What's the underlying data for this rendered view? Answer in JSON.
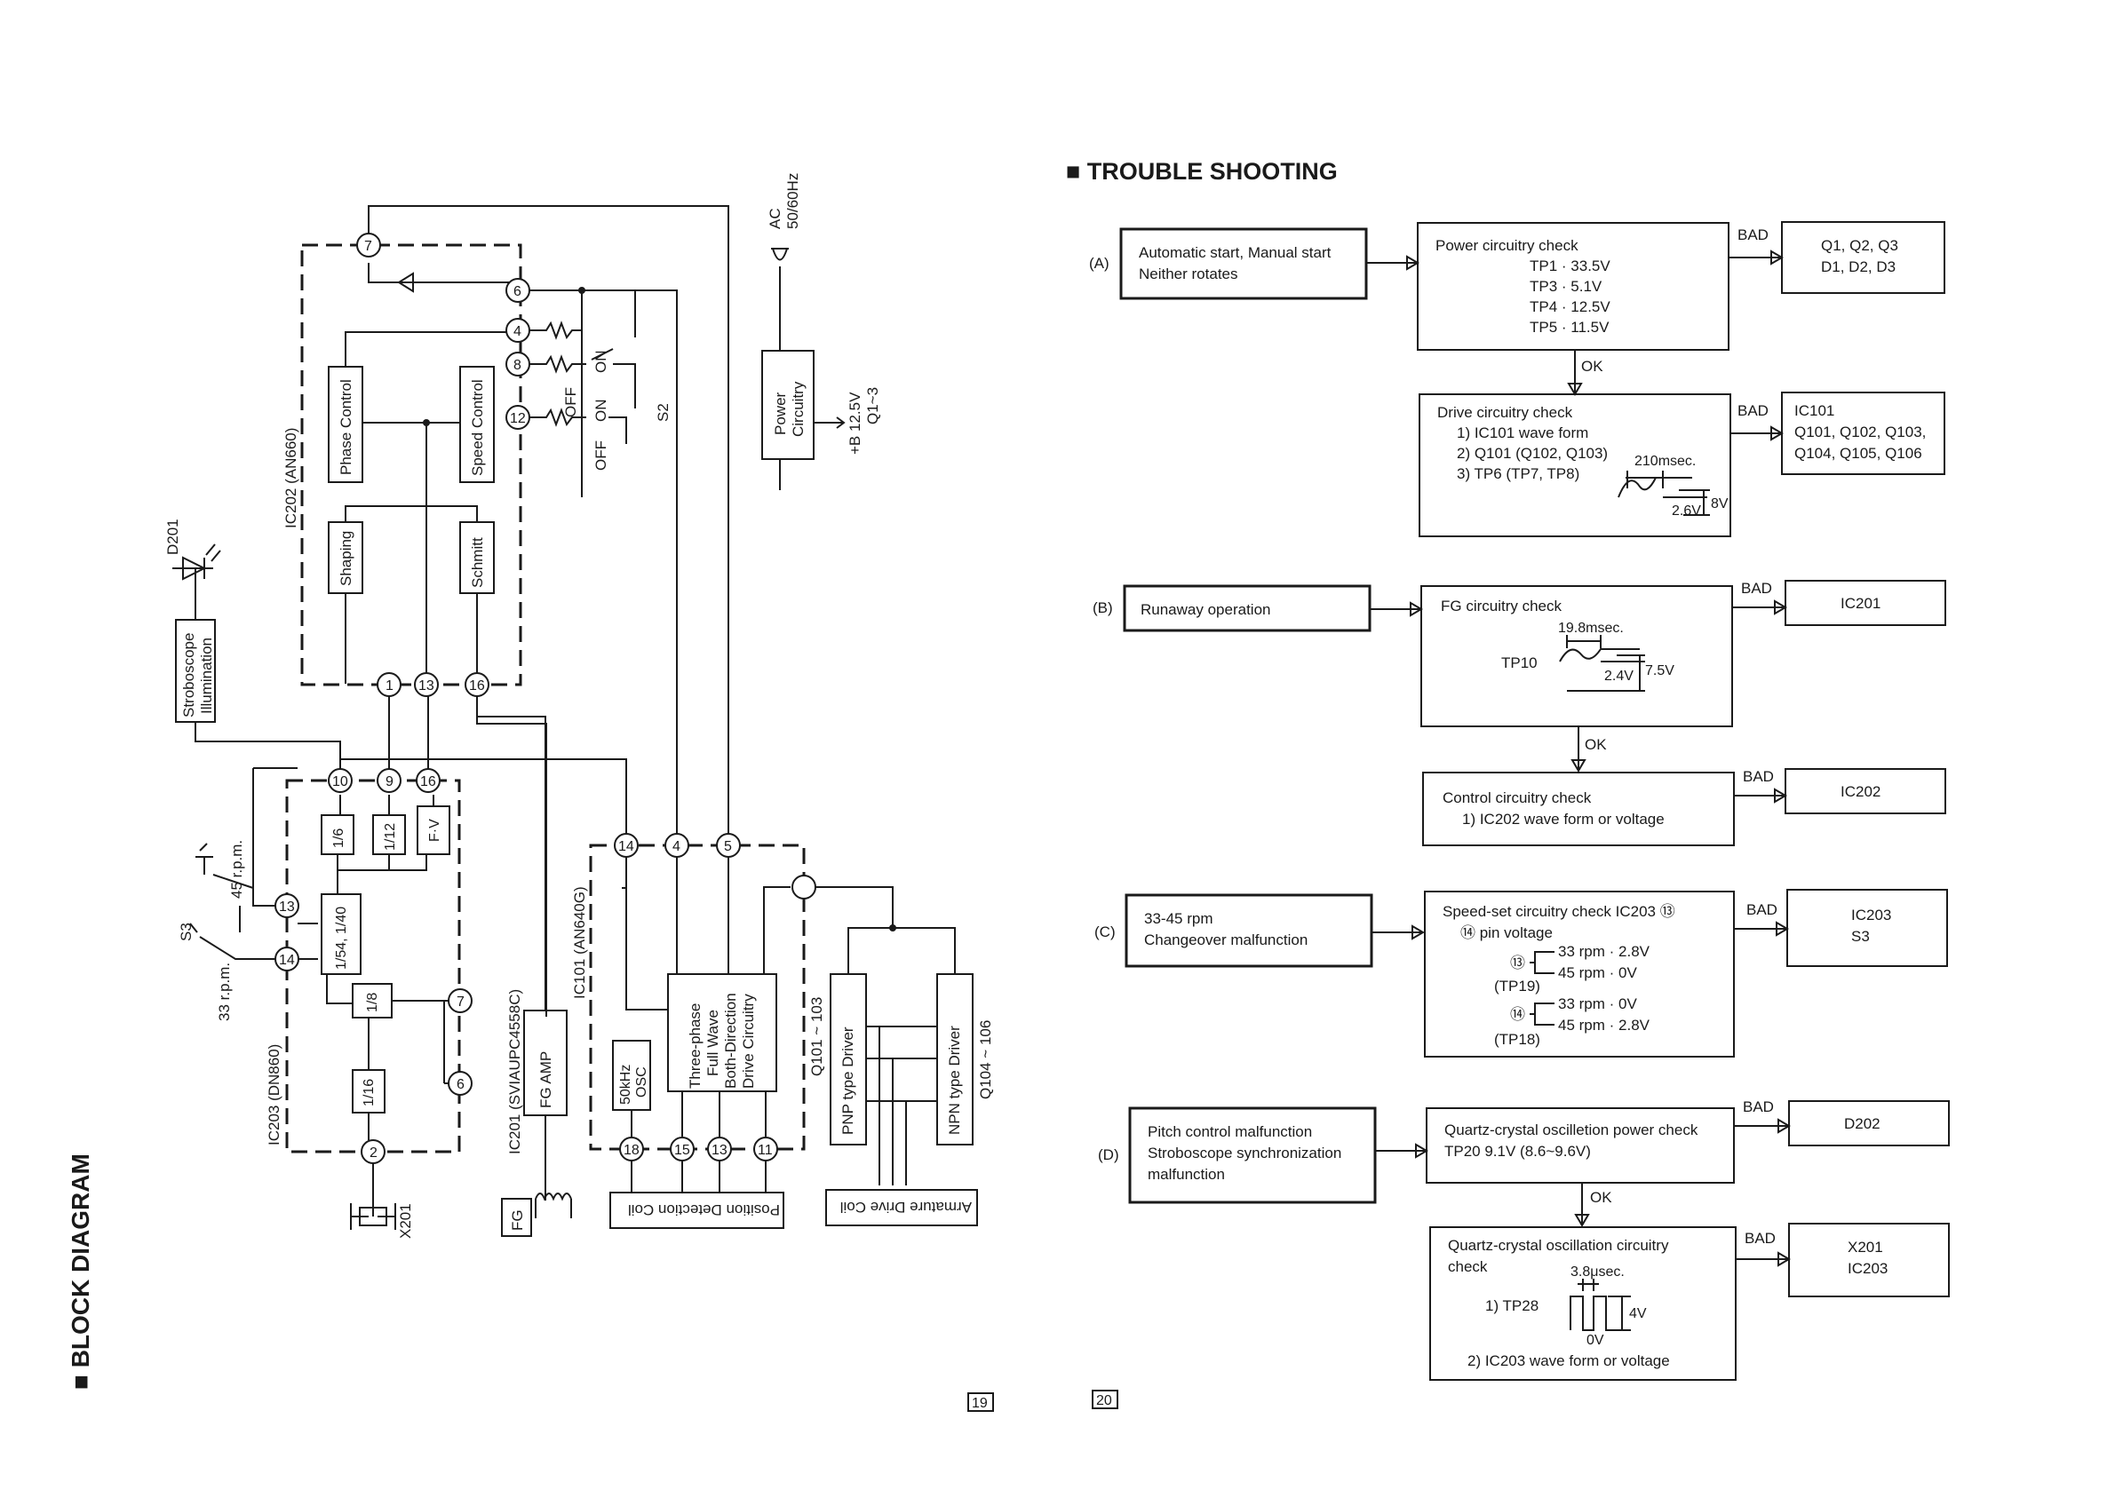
{
  "left_page": {
    "section_title": "■ BLOCK DIAGRAM",
    "page_number": "19",
    "blocks": {
      "ic202": "IC202 (AN660)",
      "phase_control": "Phase Control",
      "speed_control": "Speed Control",
      "shaping": "Shaping",
      "schmitt": "Schmitt",
      "stroboscope": [
        "Stroboscope",
        "Illumination"
      ],
      "d201": "D201",
      "ic203": "IC203 (DN860)",
      "div6": "1/6",
      "div12": "1/12",
      "fv": "F·V",
      "div54_40": "1/54, 1/40",
      "div8": "1/8",
      "div16": "1/16",
      "x201": "X201",
      "ic201": "IC201 (SVIAUPC4558C)",
      "fg_amp": "FG AMP",
      "fg": "FG",
      "ic101": "IC101 (AN640G)",
      "osc": [
        "50kHz",
        "OSC"
      ],
      "drive": [
        "Three-phase",
        "Full Wave",
        "Both-Direction",
        "Drive Circuitry"
      ],
      "q101": "Q101 ~ 103",
      "pnp": "PNP type Driver",
      "npn": "NPN type Driver",
      "q104": "Q104 ~ 106",
      "position_coil": "Position Detection Coil",
      "armature_coil": "Armature Drive Coil",
      "power": [
        "Power",
        "Circuitry"
      ],
      "ac": [
        "AC",
        "50/60Hz"
      ],
      "b125": [
        "+B 12.5V",
        "Q1~3"
      ],
      "s2": "S2",
      "s3": "S3",
      "rpm45": "45 r.p.m.",
      "rpm33": "33 r.p.m.",
      "on": "ON",
      "off": "OFF"
    },
    "pins": {
      "ic202_top": "7",
      "ic202_6": "6",
      "ic202_4": "4",
      "ic202_8": "8",
      "ic202_12": "12",
      "ic202_1": "1",
      "ic202_13": "13",
      "ic202_16": "16",
      "ic203_10": "10",
      "ic203_9": "9",
      "ic203_16": "16",
      "ic203_13": "13",
      "ic203_14": "14",
      "ic203_7": "7",
      "ic203_6": "6",
      "ic203_2": "2",
      "ic101_14": "14",
      "ic101_4": "4",
      "ic101_5": "5",
      "ic101_18": "18",
      "ic101_15": "15",
      "ic101_13": "13",
      "ic101_11": "11"
    }
  },
  "right_page": {
    "section_title": "■ TROUBLE SHOOTING",
    "page_number": "20",
    "labels": {
      "bad": "BAD",
      "ok": "OK"
    },
    "A": {
      "tag": "(A)",
      "symptom": [
        "Automatic start, Manual start",
        "Neither rotates"
      ],
      "check1": [
        "Power circuitry check",
        "TP1 · 33.5V",
        "TP3 · 5.1V",
        "TP4 · 12.5V",
        "TP5 · 11.5V"
      ],
      "result1": [
        "Q1, Q2, Q3",
        "D1, D2, D3"
      ],
      "check2": [
        "Drive circuitry check",
        "1) IC101 wave form",
        "2) Q101 (Q102, Q103)",
        "3) TP6 (TP7, TP8)"
      ],
      "wave2": {
        "period": "210msec.",
        "low": "2.6V",
        "high": "8V"
      },
      "result2": [
        "IC101",
        "Q101, Q102, Q103,",
        "Q104, Q105, Q106"
      ]
    },
    "B": {
      "tag": "(B)",
      "symptom": [
        "Runaway operation"
      ],
      "check1": [
        "FG circuitry check",
        "TP10"
      ],
      "wave1": {
        "period": "19.8msec.",
        "low": "2.4V",
        "high": "7.5V"
      },
      "result1": [
        "IC201"
      ],
      "check2": [
        "Control circuitry check",
        "1) IC202 wave form or voltage"
      ],
      "result2": [
        "IC202"
      ]
    },
    "C": {
      "tag": "(C)",
      "symptom": [
        "33-45 rpm",
        "Changeover malfunction"
      ],
      "check1": [
        "Speed-set circuitry check IC203 ⑬",
        "⑭ pin voltage",
        "⑬",
        "33 rpm · 2.8V",
        "45 rpm · 0V",
        "(TP19)",
        "⑭",
        "33 rpm · 0V",
        "45 rpm · 2.8V",
        "(TP18)"
      ],
      "result1": [
        "IC203",
        "S3"
      ]
    },
    "D": {
      "tag": "(D)",
      "symptom": [
        "Pitch control malfunction",
        "Stroboscope synchronization",
        "malfunction"
      ],
      "check1": [
        "Quartz-crystal oscilletion power check",
        "TP20 9.1V (8.6~9.6V)"
      ],
      "result1": [
        "D202"
      ],
      "check2": [
        "Quartz-crystal oscillation circuitry",
        "check",
        "1) TP28",
        "2) IC203 wave form or voltage"
      ],
      "wave2": {
        "period": "3.8μsec.",
        "low": "0V",
        "high": "4V"
      },
      "result2": [
        "X201",
        "IC203"
      ]
    }
  }
}
